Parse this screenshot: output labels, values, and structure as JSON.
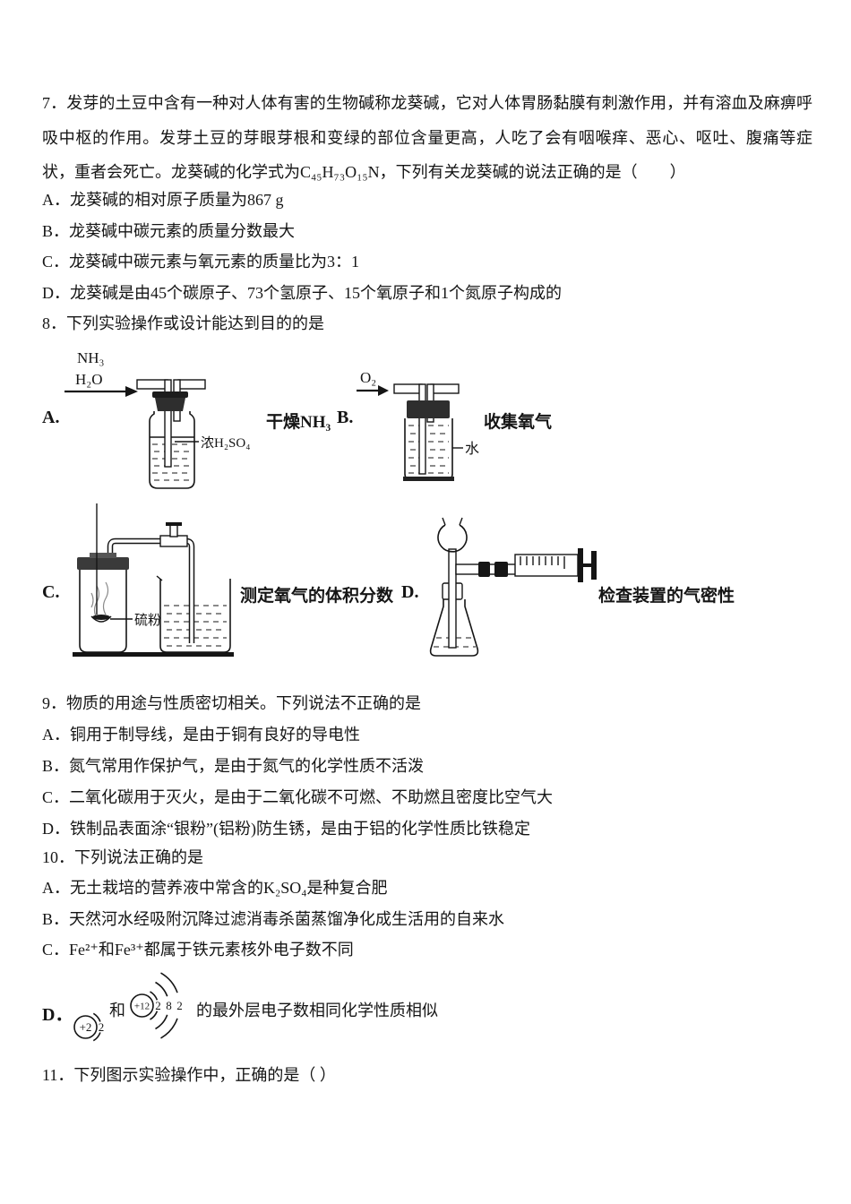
{
  "q7": {
    "stem": "7．发芽的土豆中含有一种对人体有害的生物碱称龙葵碱，它对人体胃肠黏膜有刺激作用，并有溶血及麻痹呼吸中枢的作用。发芽土豆的芽眼芽根和变绿的部位含量更高，人吃了会有咽喉痒、恶心、呕吐、腹痛等症状，重者会死亡。龙葵碱的化学式为C₄₅H₇₃O₁₅N，下列有关龙葵碱的说法正确的是（　　）",
    "options": [
      "A．龙葵碱的相对原子质量为867 g",
      "B．龙葵碱中碳元素的质量分数最大",
      "C．龙葵碱中碳元素与氧元素的质量比为3：1",
      "D．龙葵碱是由45个碳原子、73个氢原子、15个氧原子和1个氮原子构成的"
    ]
  },
  "q8": {
    "stem": "8．下列实验操作或设计能达到目的的是",
    "figures": {
      "a": {
        "letter": "A.",
        "caption": "干燥NH₃",
        "flow_label_1": "NH₃",
        "flow_label_2": "H₂O",
        "reagent_label": "浓H₂SO₄"
      },
      "b": {
        "letter": "B.",
        "caption": "收集氧气",
        "flow_label": "O₂",
        "reagent_label": "水"
      },
      "c": {
        "letter": "C.",
        "caption": "测定氧气的体积分数",
        "reagent_label": "硫粉"
      },
      "d": {
        "letter": "D.",
        "caption": "检查装置的气密性"
      }
    }
  },
  "q9": {
    "stem": "9．物质的用途与性质密切相关。下列说法不正确的是",
    "options": [
      "A．铜用于制导线，是由于铜有良好的导电性",
      "B．氮气常用作保护气，是由于氮气的化学性质不活泼",
      "C．二氧化碳用于灭火，是由于二氧化碳不可燃、不助燃且密度比空气大",
      "D．铁制品表面涂“银粉”(铝粉)防生锈，是由于铝的化学性质比铁稳定"
    ]
  },
  "q10": {
    "stem": "10．下列说法正确的是",
    "options": [
      "A．无土栽培的营养液中常含的K₂SO₄是种复合肥",
      "B．天然河水经吸附沉降过滤消毒杀菌蒸馏净化成生活用的自来水",
      "C．Fe²⁺和Fe³⁺都属于铁元素核外电子数不同"
    ],
    "option_d": {
      "letter": "D．",
      "conjunction": "和",
      "text": "的最外层电子数相同化学性质相似",
      "atom_left": {
        "nucleus": "+2",
        "shell1": "2"
      },
      "atom_right": {
        "nucleus": "+12",
        "shell1": "2",
        "shell2": "8",
        "shell3": "2"
      }
    }
  },
  "q11": {
    "stem": "11．下列图示实验操作中，正确的是（ ）"
  }
}
